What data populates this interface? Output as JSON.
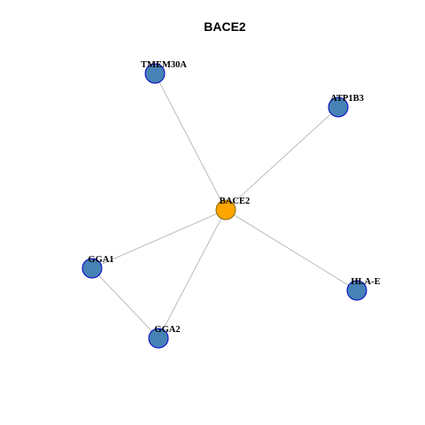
{
  "title": "BACE2",
  "colors": {
    "center_fill": "#FFA500",
    "node_fill": "#4682B4",
    "node_stroke": "#0000CD",
    "center_stroke": "#8B6508",
    "edge": "#aaaaaa",
    "text": "#000000"
  },
  "nodes": [
    {
      "id": "BACE2",
      "label": "BACE2",
      "center": true
    },
    {
      "id": "TMEM30A",
      "label": "TMEM30A",
      "center": false
    },
    {
      "id": "ATP1B3",
      "label": "ATP1B3",
      "center": false
    },
    {
      "id": "GGA1",
      "label": "GGA1",
      "center": false
    },
    {
      "id": "GGA2",
      "label": "GGA2",
      "center": false
    },
    {
      "id": "HLA-E",
      "label": "HLA-E",
      "center": false
    }
  ],
  "edges": [
    {
      "source": "BACE2",
      "target": "TMEM30A"
    },
    {
      "source": "BACE2",
      "target": "ATP1B3"
    },
    {
      "source": "BACE2",
      "target": "GGA1"
    },
    {
      "source": "BACE2",
      "target": "GGA2"
    },
    {
      "source": "BACE2",
      "target": "HLA-E"
    },
    {
      "source": "GGA1",
      "target": "GGA2"
    }
  ]
}
